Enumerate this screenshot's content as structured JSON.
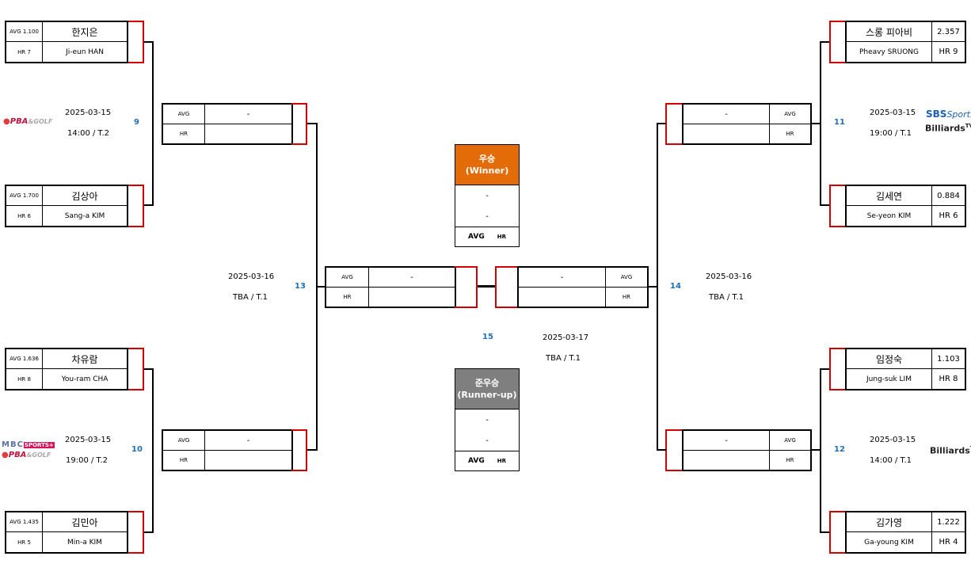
{
  "labels": {
    "avg": "AVG",
    "hr": "HR",
    "dash": "-"
  },
  "round1": {
    "m9": {
      "num": "9",
      "date": "2025-03-15",
      "time": "14:00 / T.2",
      "p1": {
        "avg": "AVG 1.100",
        "hr": "HR 7",
        "ko": "한지은",
        "en": "Ji-eun HAN"
      },
      "p2": {
        "avg": "AVG 1.700",
        "hr": "HR 6",
        "ko": "김상아",
        "en": "Sang-a KIM"
      }
    },
    "m10": {
      "num": "10",
      "date": "2025-03-15",
      "time": "19:00 / T.2",
      "p1": {
        "avg": "AVG 1.636",
        "hr": "HR 8",
        "ko": "차유람",
        "en": "You-ram CHA"
      },
      "p2": {
        "avg": "AVG 1.435",
        "hr": "HR 5",
        "ko": "김민아",
        "en": "Min-a KIM"
      }
    },
    "m11": {
      "num": "11",
      "date": "2025-03-15",
      "time": "19:00 /  T.1",
      "p1": {
        "ko": "스롱 피아비",
        "en": "Pheavy SRUONG",
        "avg": "2.357",
        "hr": "HR 9"
      },
      "p2": {
        "ko": "김세연",
        "en": "Se-yeon KIM",
        "avg": "0.884",
        "hr": "HR 6"
      }
    },
    "m12": {
      "num": "12",
      "date": "2025-03-15",
      "time": "14:00 /  T.1",
      "p1": {
        "ko": "임정숙",
        "en": "Jung-suk LIM",
        "avg": "1.103",
        "hr": "HR 8"
      },
      "p2": {
        "ko": "김가영",
        "en": "Ga-young KIM",
        "avg": "1.222",
        "hr": "HR 4"
      }
    }
  },
  "semis": {
    "m13": {
      "num": "13",
      "date": "2025-03-16",
      "time": "TBA / T.1"
    },
    "m14": {
      "num": "14",
      "date": "2025-03-16",
      "time": "TBA /  T.1"
    }
  },
  "final": {
    "num": "15",
    "date": "2025-03-17",
    "time": "TBA /  T.1"
  },
  "winner": {
    "title1": "우승",
    "title2": "(Winner)",
    "line1": "-",
    "line2": "-",
    "avg": "AVG",
    "hr": "HR"
  },
  "runnerup": {
    "title1": "준우승",
    "title2": "(Runner-up)",
    "line1": "-",
    "line2": "-",
    "avg": "AVG",
    "hr": "HR"
  },
  "logos": {
    "pba1": "PBA",
    "pba1_sub": "&GOLF",
    "mbc": "MBC",
    "mbc_sub": "SPORTS+",
    "pba2": "PBA",
    "pba2_sub": "&GOLF",
    "sbs1": "SBS",
    "sbs2": "Sports",
    "bil1": "Billiards",
    "bil1_tv": "TV",
    "bil2": "Billiards",
    "bil2_tv": "TV"
  },
  "colors": {
    "winner": "#e36c09",
    "runnerup": "#7f7f7f",
    "number": "#1f6fb5",
    "frame": "#d40000"
  }
}
